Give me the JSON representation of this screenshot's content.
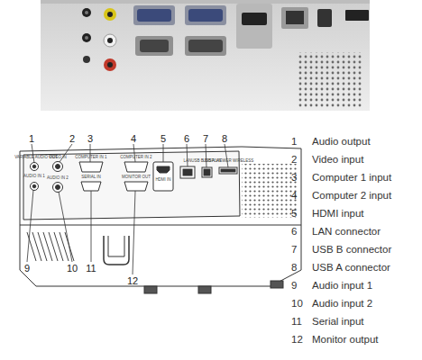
{
  "diagram": {
    "labels": [
      "1",
      "2",
      "3",
      "4",
      "5",
      "6",
      "7",
      "8",
      "9",
      "10",
      "11",
      "12",
      "1",
      "Audio output",
      "2",
      "Video input",
      "3",
      "Computer 1 input",
      "4",
      "Computer 2 input",
      "5",
      "HDMI input",
      "6",
      "LAN connector",
      "7",
      "USB B connector",
      "8",
      "USB A connector",
      "9",
      "Audio input 1",
      "10",
      "Audio input 2",
      "11",
      "Serial input",
      "12",
      "Monitor output",
      "VARIABLE AUDIO OUT",
      "VIDEO IN",
      "COMPUTER IN 1",
      "COMPUTER IN 2",
      "HDMI IN",
      "LAN",
      "USB B DISPLAY",
      "USB A VIEWER WIRELESS",
      "AUDIO IN 1",
      "AUDIO IN 2",
      "SERIAL IN",
      "MONITOR OUT"
    ]
  }
}
